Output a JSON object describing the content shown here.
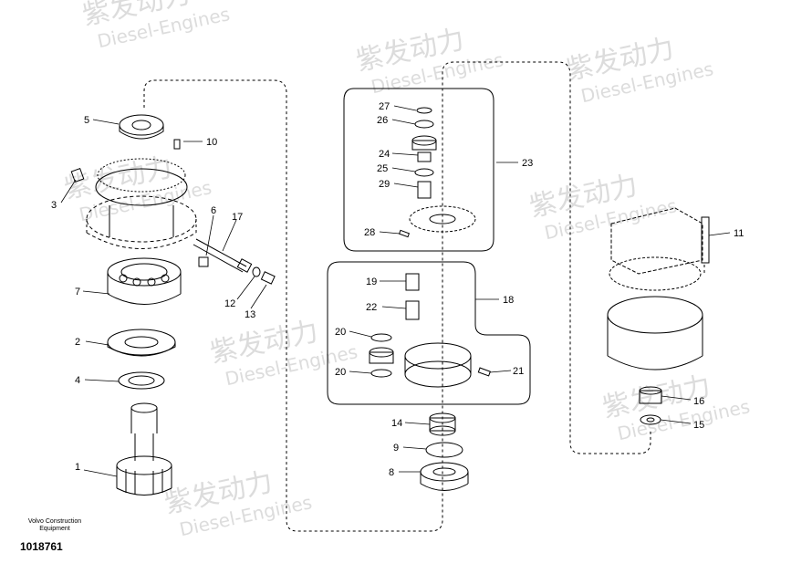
{
  "watermark": {
    "cn": "紫发动力",
    "en": "Diesel-Engines"
  },
  "callouts": [
    "1",
    "2",
    "3",
    "4",
    "5",
    "6",
    "7",
    "8",
    "9",
    "10",
    "11",
    "12",
    "13",
    "14",
    "15",
    "16",
    "17",
    "18",
    "19",
    "20",
    "20",
    "21",
    "22",
    "23",
    "24",
    "25",
    "26",
    "27",
    "28",
    "29"
  ],
  "footer": {
    "brand_line1": "Volvo Construction",
    "brand_line2": "Equipment",
    "doc_number": "1018761"
  }
}
